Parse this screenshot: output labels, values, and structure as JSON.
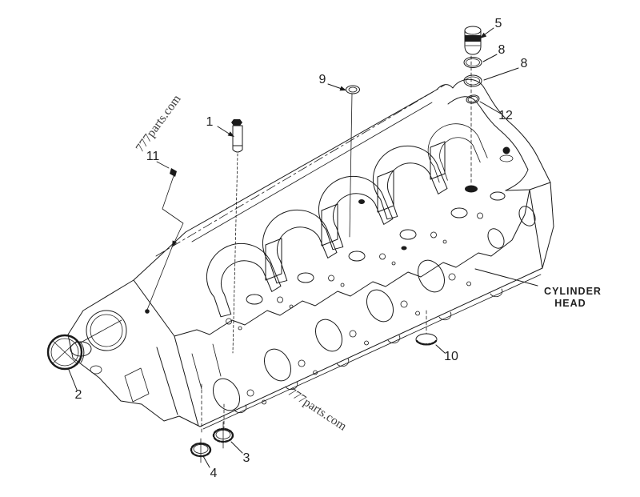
{
  "page": {
    "background": "#ffffff",
    "line_color": "#1a1a1a",
    "text_color": "#1f1f1f"
  },
  "diagram": {
    "label": {
      "line1": "CYLINDER",
      "line2": "HEAD"
    },
    "callouts": [
      {
        "num": "1"
      },
      {
        "num": "2"
      },
      {
        "num": "3"
      },
      {
        "num": "4"
      },
      {
        "num": "5"
      },
      {
        "num": "8"
      },
      {
        "num": "8"
      },
      {
        "num": "9"
      },
      {
        "num": "10"
      },
      {
        "num": "11"
      },
      {
        "num": "12"
      }
    ],
    "watermarks": [
      {
        "text": "777parts.com"
      },
      {
        "text": "777parts.com"
      }
    ]
  }
}
